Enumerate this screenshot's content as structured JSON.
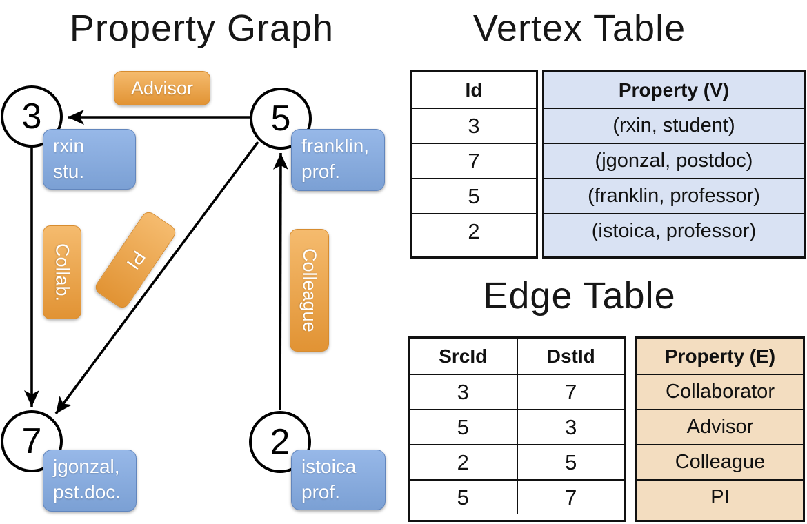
{
  "titles": {
    "graph": "Property Graph",
    "vertex_table": "Vertex Table",
    "edge_table": "Edge Table"
  },
  "graph": {
    "vertices": [
      {
        "id": "3",
        "prop_line1": "rxin",
        "prop_line2": "stu."
      },
      {
        "id": "5",
        "prop_line1": "franklin,",
        "prop_line2": "prof."
      },
      {
        "id": "7",
        "prop_line1": "jgonzal,",
        "prop_line2": "pst.doc."
      },
      {
        "id": "2",
        "prop_line1": "istoica",
        "prop_line2": "prof."
      }
    ],
    "edge_labels": {
      "advisor": "Advisor",
      "collab": "Collab.",
      "pi": "PI",
      "colleague": "Colleague"
    }
  },
  "vertex_table": {
    "headers": {
      "id": "Id",
      "property": "Property (V)"
    },
    "rows": [
      {
        "id": "3",
        "property": "(rxin, student)"
      },
      {
        "id": "7",
        "property": "(jgonzal, postdoc)"
      },
      {
        "id": "5",
        "property": "(franklin, professor)"
      },
      {
        "id": "2",
        "property": "(istoica, professor)"
      }
    ]
  },
  "edge_table": {
    "headers": {
      "src": "SrcId",
      "dst": "DstId",
      "property": "Property (E)"
    },
    "rows": [
      {
        "src": "3",
        "dst": "7",
        "property": "Collaborator"
      },
      {
        "src": "5",
        "dst": "3",
        "property": "Advisor"
      },
      {
        "src": "2",
        "dst": "5",
        "property": "Colleague"
      },
      {
        "src": "5",
        "dst": "7",
        "property": "PI"
      }
    ]
  },
  "colors": {
    "edge_label_orange_top": "#F5BB6E",
    "edge_label_orange_bottom": "#E19334",
    "vertex_label_blue_top": "#97B8E8",
    "vertex_label_blue_bottom": "#7BA0D4",
    "vertex_table_fill": "#D9E2F3",
    "edge_table_fill": "#F3DDC0",
    "line_color": "#000000"
  }
}
